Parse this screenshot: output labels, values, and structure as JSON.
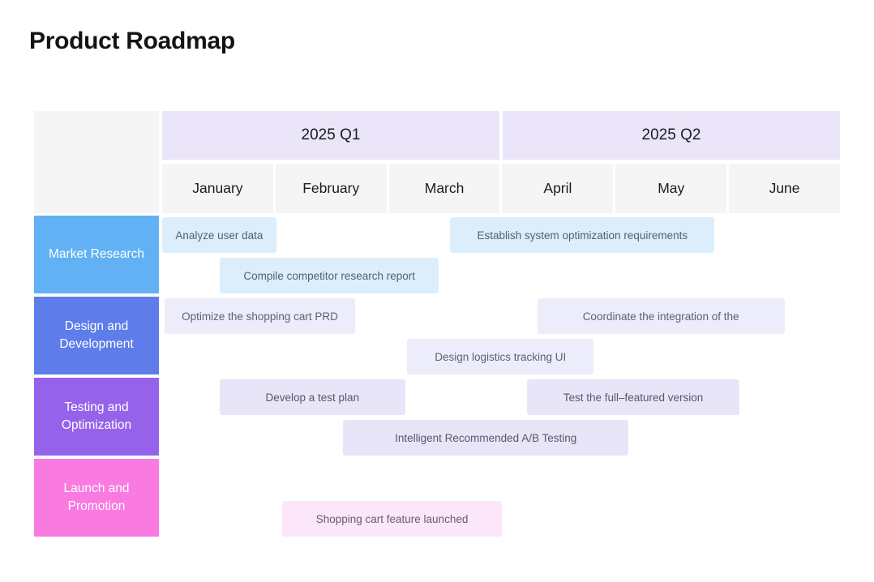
{
  "page": {
    "title": "Product Roadmap",
    "background": "#ffffff"
  },
  "timeline": {
    "quarters": [
      "2025 Q1",
      "2025 Q2"
    ],
    "months": [
      "January",
      "February",
      "March",
      "April",
      "May",
      "June"
    ],
    "quarter_bg": "#ebe5fa",
    "month_bg": "#f5f5f5",
    "header_text_color": "#1c1c1e"
  },
  "rows": [
    {
      "label": "Market Research",
      "colors": {
        "label_bg": "#61b1f4",
        "bar_bg": "#dceefb",
        "bar_text": "#50626f"
      },
      "bars": [
        {
          "label": "Analyze user data",
          "start": 0.0,
          "end": 1.01,
          "line": 1
        },
        {
          "label": "Establish system optimization requirements",
          "start": 2.55,
          "end": 4.89,
          "line": 1
        },
        {
          "label": "Compile competitor research report",
          "start": 0.51,
          "end": 2.45,
          "line": 2
        }
      ]
    },
    {
      "label": "Design and Development",
      "colors": {
        "label_bg": "#5e7cea",
        "bar_bg": "#ececfa",
        "bar_text": "#5e6270"
      },
      "bars": [
        {
          "label": "Optimize the shopping cart PRD",
          "start": 0.02,
          "end": 1.71,
          "line": 1
        },
        {
          "label": "Coordinate the integration of the",
          "start": 3.32,
          "end": 5.51,
          "line": 1
        },
        {
          "label": "Design logistics tracking UI",
          "start": 2.17,
          "end": 3.82,
          "line": 2
        }
      ]
    },
    {
      "label": "Testing and Optimization",
      "colors": {
        "label_bg": "#9563ea",
        "bar_bg": "#e8e5f9",
        "bar_text": "#5a576b"
      },
      "bars": [
        {
          "label": "Develop a test plan",
          "start": 0.51,
          "end": 2.15,
          "line": 1
        },
        {
          "label": "Test the full–featured version",
          "start": 3.23,
          "end": 5.11,
          "line": 1
        },
        {
          "label": "Intelligent Recommended A/B Testing",
          "start": 1.6,
          "end": 4.13,
          "line": 2
        }
      ]
    },
    {
      "label": "Launch and Promotion",
      "colors": {
        "label_bg": "#f97ae0",
        "bar_bg": "#fbe7f9",
        "bar_text": "#6e5a6b"
      },
      "bars": [
        {
          "label": "Shopping cart feature launched",
          "start": 1.06,
          "end": 3.01,
          "line": 2
        }
      ]
    }
  ],
  "chart_data": {
    "type": "gantt",
    "title": "Product Roadmap",
    "x_axis": {
      "unit": "month",
      "range_months": [
        "January 2025",
        "June 2025"
      ],
      "quarters": [
        "2025 Q1",
        "2025 Q2"
      ],
      "months": [
        "January",
        "February",
        "March",
        "April",
        "May",
        "June"
      ]
    },
    "categories": [
      "Market Research",
      "Design and Development",
      "Testing and Optimization",
      "Launch and Promotion"
    ],
    "tasks": [
      {
        "category": "Market Research",
        "label": "Analyze user data",
        "start_month": 0.0,
        "end_month": 1.0
      },
      {
        "category": "Market Research",
        "label": "Compile competitor research report",
        "start_month": 0.5,
        "end_month": 2.45
      },
      {
        "category": "Market Research",
        "label": "Establish system optimization requirements",
        "start_month": 2.55,
        "end_month": 4.9
      },
      {
        "category": "Design and Development",
        "label": "Optimize the shopping cart PRD",
        "start_month": 0.0,
        "end_month": 1.7
      },
      {
        "category": "Design and Development",
        "label": "Design logistics tracking UI",
        "start_month": 2.17,
        "end_month": 3.8
      },
      {
        "category": "Design and Development",
        "label": "Coordinate the integration of the",
        "start_month": 3.32,
        "end_month": 5.5
      },
      {
        "category": "Testing and Optimization",
        "label": "Develop a test plan",
        "start_month": 0.5,
        "end_month": 2.15
      },
      {
        "category": "Testing and Optimization",
        "label": "Intelligent Recommended A/B Testing",
        "start_month": 1.6,
        "end_month": 4.13
      },
      {
        "category": "Testing and Optimization",
        "label": "Test the full–featured version",
        "start_month": 3.23,
        "end_month": 5.1
      },
      {
        "category": "Launch and Promotion",
        "label": "Shopping cart feature launched",
        "start_month": 1.05,
        "end_month": 3.0
      }
    ],
    "legend": "none",
    "grid": "off"
  }
}
